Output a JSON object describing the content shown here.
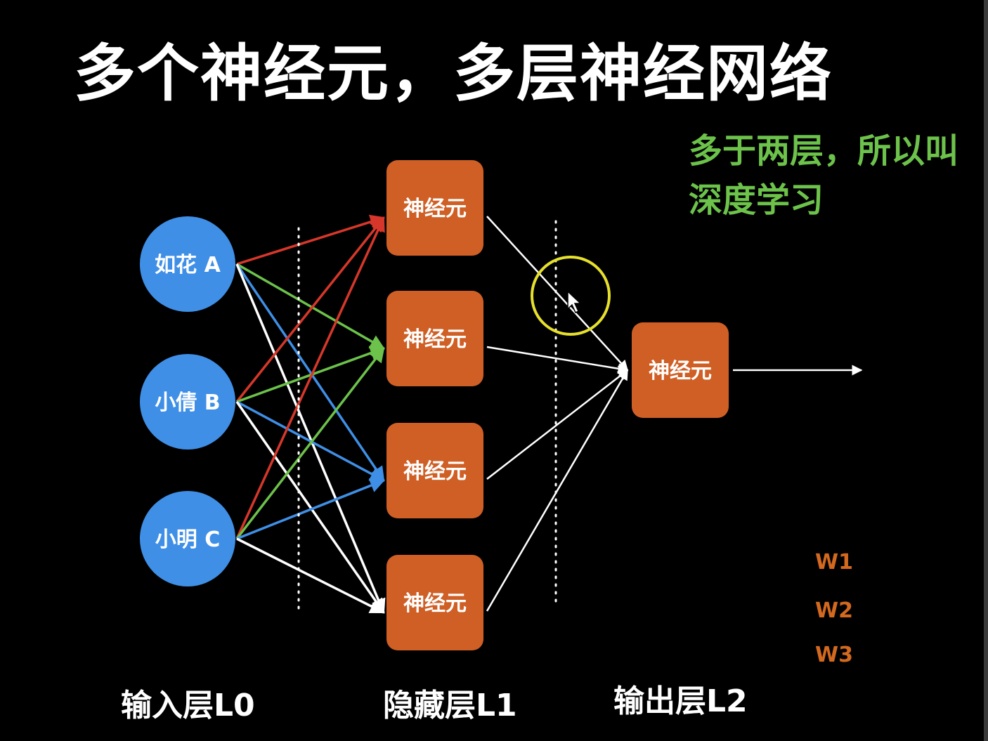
{
  "slide": {
    "title": "多个神经元，多层神经网络",
    "note": "多于两层，所以叫深度学习",
    "colors": {
      "background": "#000000",
      "input_node": "#3f8fe6",
      "neuron_box": "#cf5f25",
      "note_text": "#6cc24a",
      "weight_text": "#d2691e",
      "edge_red": "#d6372a",
      "edge_green": "#6cc24a",
      "edge_blue": "#3f8fe6",
      "edge_white": "#ffffff",
      "cursor_ring": "#e6e02c"
    }
  },
  "input_layer": {
    "label": "输入层L0",
    "nodes": [
      "如花 A",
      "小倩 B",
      "小明 C"
    ]
  },
  "hidden_layer": {
    "label": "隐藏层L1",
    "nodes": [
      "神经元",
      "神经元",
      "神经元",
      "神经元"
    ]
  },
  "output_layer": {
    "label": "输出层L2",
    "nodes": [
      "神经元"
    ]
  },
  "weights": [
    "W1",
    "W2",
    "W3"
  ],
  "edges_input_to_hidden": [
    {
      "from": 0,
      "to": 0,
      "color": "red"
    },
    {
      "from": 0,
      "to": 1,
      "color": "green"
    },
    {
      "from": 0,
      "to": 2,
      "color": "blue"
    },
    {
      "from": 0,
      "to": 3,
      "color": "white"
    },
    {
      "from": 1,
      "to": 0,
      "color": "red"
    },
    {
      "from": 1,
      "to": 1,
      "color": "green"
    },
    {
      "from": 1,
      "to": 2,
      "color": "blue"
    },
    {
      "from": 1,
      "to": 3,
      "color": "white"
    },
    {
      "from": 2,
      "to": 0,
      "color": "red"
    },
    {
      "from": 2,
      "to": 1,
      "color": "green"
    },
    {
      "from": 2,
      "to": 2,
      "color": "blue"
    },
    {
      "from": 2,
      "to": 3,
      "color": "white"
    }
  ],
  "edges_hidden_to_output": [
    {
      "from": 0,
      "to": 0,
      "color": "white"
    },
    {
      "from": 1,
      "to": 0,
      "color": "white"
    },
    {
      "from": 2,
      "to": 0,
      "color": "white"
    },
    {
      "from": 3,
      "to": 0,
      "color": "white"
    }
  ]
}
